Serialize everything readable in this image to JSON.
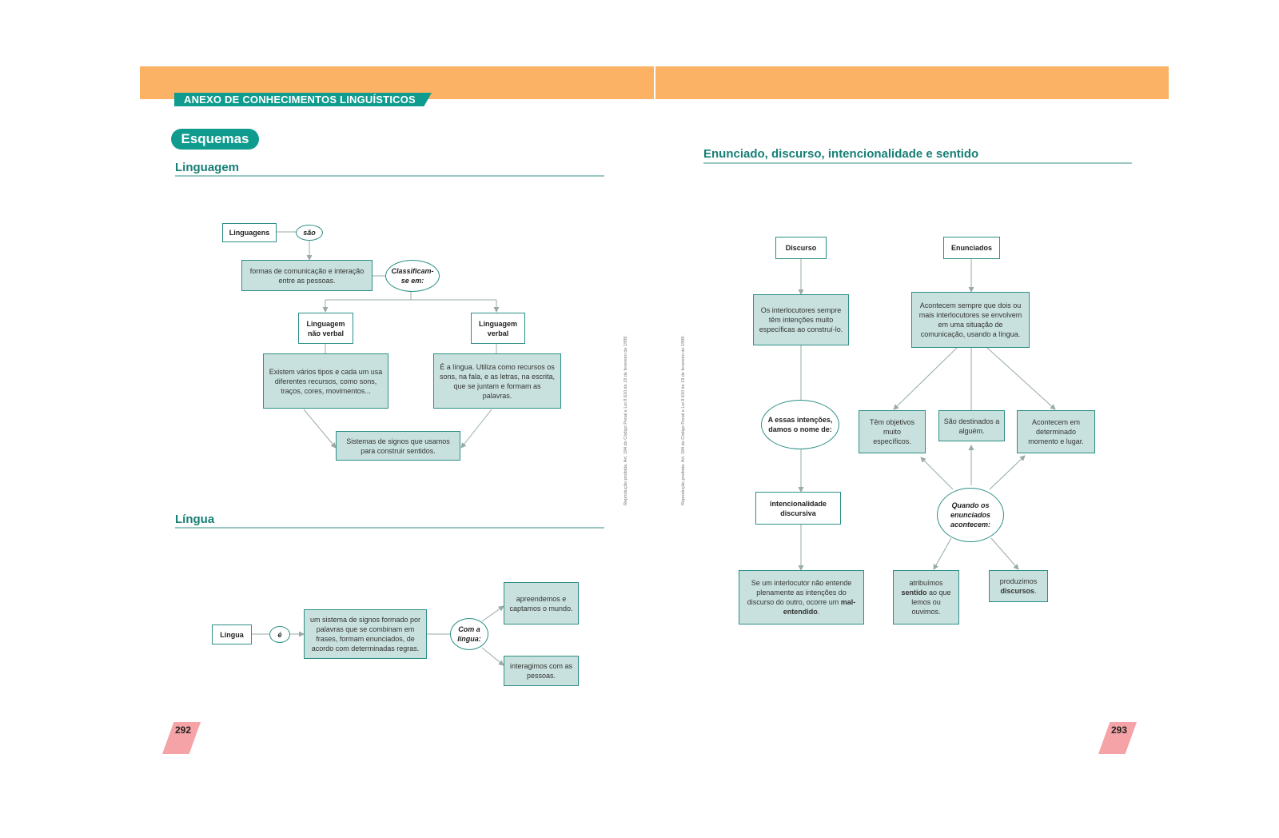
{
  "header": {
    "ribbon": "ANEXO DE CONHECIMENTOS LINGUÍSTICOS",
    "pill": "Esquemas"
  },
  "sections": {
    "linguagem": "Linguagem",
    "lingua": "Língua",
    "enunciado": "Enunciado, discurso, intencionalidade e sentido"
  },
  "side_note": "Reprodução proibida. Art. 184 do Código Penal e Lei 9.610 de 19 de fevereiro de 1998.",
  "diagram_linguagem": {
    "linguagens": "Linguagens",
    "sao": "são",
    "formas": "formas de comunicação e interação entre as pessoas.",
    "classificam": "Classificam-se em:",
    "nao_verbal": "Linguagem não verbal",
    "verbal": "Linguagem verbal",
    "existem": "Existem vários tipos e cada um usa diferentes recursos, como sons, traços, cores, movimentos...",
    "e_a_lingua": "É a língua. Utiliza como recursos os sons, na fala, e as letras, na escrita, que se juntam e formam as palavras.",
    "sistemas": "Sistemas de signos que usamos para construir sentidos."
  },
  "diagram_lingua": {
    "lingua": "Língua",
    "e": "é",
    "sistema": "um sistema de signos formado por palavras que se combinam em frases, formam enunciados, de acordo com determinadas regras.",
    "com_a_lingua": "Com a língua:",
    "apreendemos": "apreendemos e captamos o mundo.",
    "interagimos": "interagimos com as pessoas."
  },
  "diagram_enunciado": {
    "discurso": "Discurso",
    "enunciados": "Enunciados",
    "interlocutores": "Os interlocutores sempre têm intenções muito específicas ao construí-lo.",
    "acontecem_sempre": "Acontecem sempre que dois ou mais interlocutores se envolvem em uma situação de comunicação, usando a língua.",
    "a_essas": "A essas intenções, damos o nome de:",
    "tem_objetivos": "Têm objetivos muito específicos.",
    "sao_destinados": "São destinados a alguém.",
    "acontecem_em": "Acontecem em determinado momento e lugar.",
    "intencionalidade": "intencionalidade discursiva",
    "quando": "Quando os enunciados acontecem:",
    "se_um_pre": "Se um interlocutor não entende plenamente as intenções do discurso do outro, ocorre um ",
    "se_um_bold": "mal-entendido",
    "se_um_post": ".",
    "atribuimos_pre": "atribuímos ",
    "atribuimos_bold": "sentido",
    "atribuimos_post": " ao que lemos ou ouvimos.",
    "produzimos_pre": "produzimos ",
    "produzimos_bold": "discursos",
    "produzimos_post": "."
  },
  "page_numbers": {
    "left": "292",
    "right": "293"
  },
  "colors": {
    "band": "#fbb265",
    "teal": "#0f9b8e",
    "box_fill": "#c9e1de",
    "page_tab": "#f5a3a6"
  }
}
